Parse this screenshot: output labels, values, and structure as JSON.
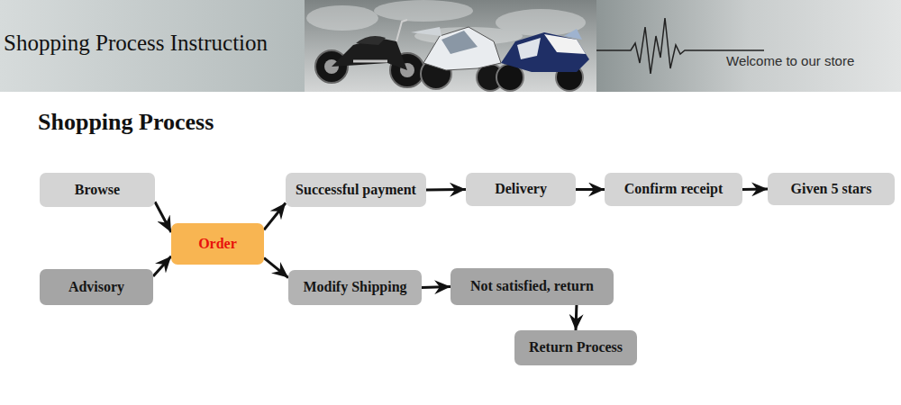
{
  "diagram": {
    "title": "Shopping Process",
    "nodes": [
      {
        "text": [
          "Browse"
        ]
      },
      {
        "text": [
          "Advisory"
        ]
      },
      {
        "text": [
          "Order"
        ]
      },
      {
        "text": [
          "Successful payment"
        ]
      },
      {
        "text": [
          "Delivery"
        ]
      },
      {
        "text": [
          "Confirm receipt"
        ]
      },
      {
        "text": [
          "Given 5 stars"
        ]
      },
      {
        "text": [
          "Modify Shipping"
        ]
      },
      {
        "text": [
          "Not satisfied, return"
        ]
      },
      {
        "text": [
          "Return Process"
        ]
      }
    ],
    "edges": [
      {
        "from": 0,
        "to": 2,
        "arrow": "to"
      },
      {
        "from": 1,
        "to": 2,
        "arrow": "to"
      },
      {
        "from": 2,
        "to": 3,
        "arrow": "to"
      },
      {
        "from": 2,
        "to": 7,
        "arrow": "to"
      },
      {
        "from": 3,
        "to": 4,
        "arrow": "to"
      },
      {
        "from": 4,
        "to": 5,
        "arrow": "to"
      },
      {
        "from": 5,
        "to": 6,
        "arrow": "to"
      },
      {
        "from": 7,
        "to": 8,
        "arrow": "to"
      },
      {
        "from": 8,
        "to": 9,
        "arrow": "to"
      }
    ],
    "labels": [
      "Shopping Process Instruction",
      "Welcome to our store"
    ]
  }
}
